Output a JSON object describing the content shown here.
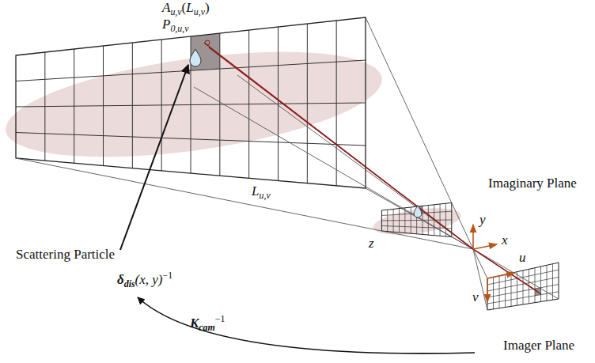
{
  "diagram": {
    "labels": [
      "A",
      "u,v",
      "(",
      "L",
      "u,v",
      ")",
      "P",
      "0,u,v",
      "L",
      "u,v",
      "Scattering Particle",
      "Imaginary Plane",
      "y",
      "x",
      "z",
      "δ",
      "dis",
      "(x, y)",
      "−1",
      "u",
      "v",
      "K",
      "cam",
      "−1",
      "Imager Plane"
    ]
  }
}
